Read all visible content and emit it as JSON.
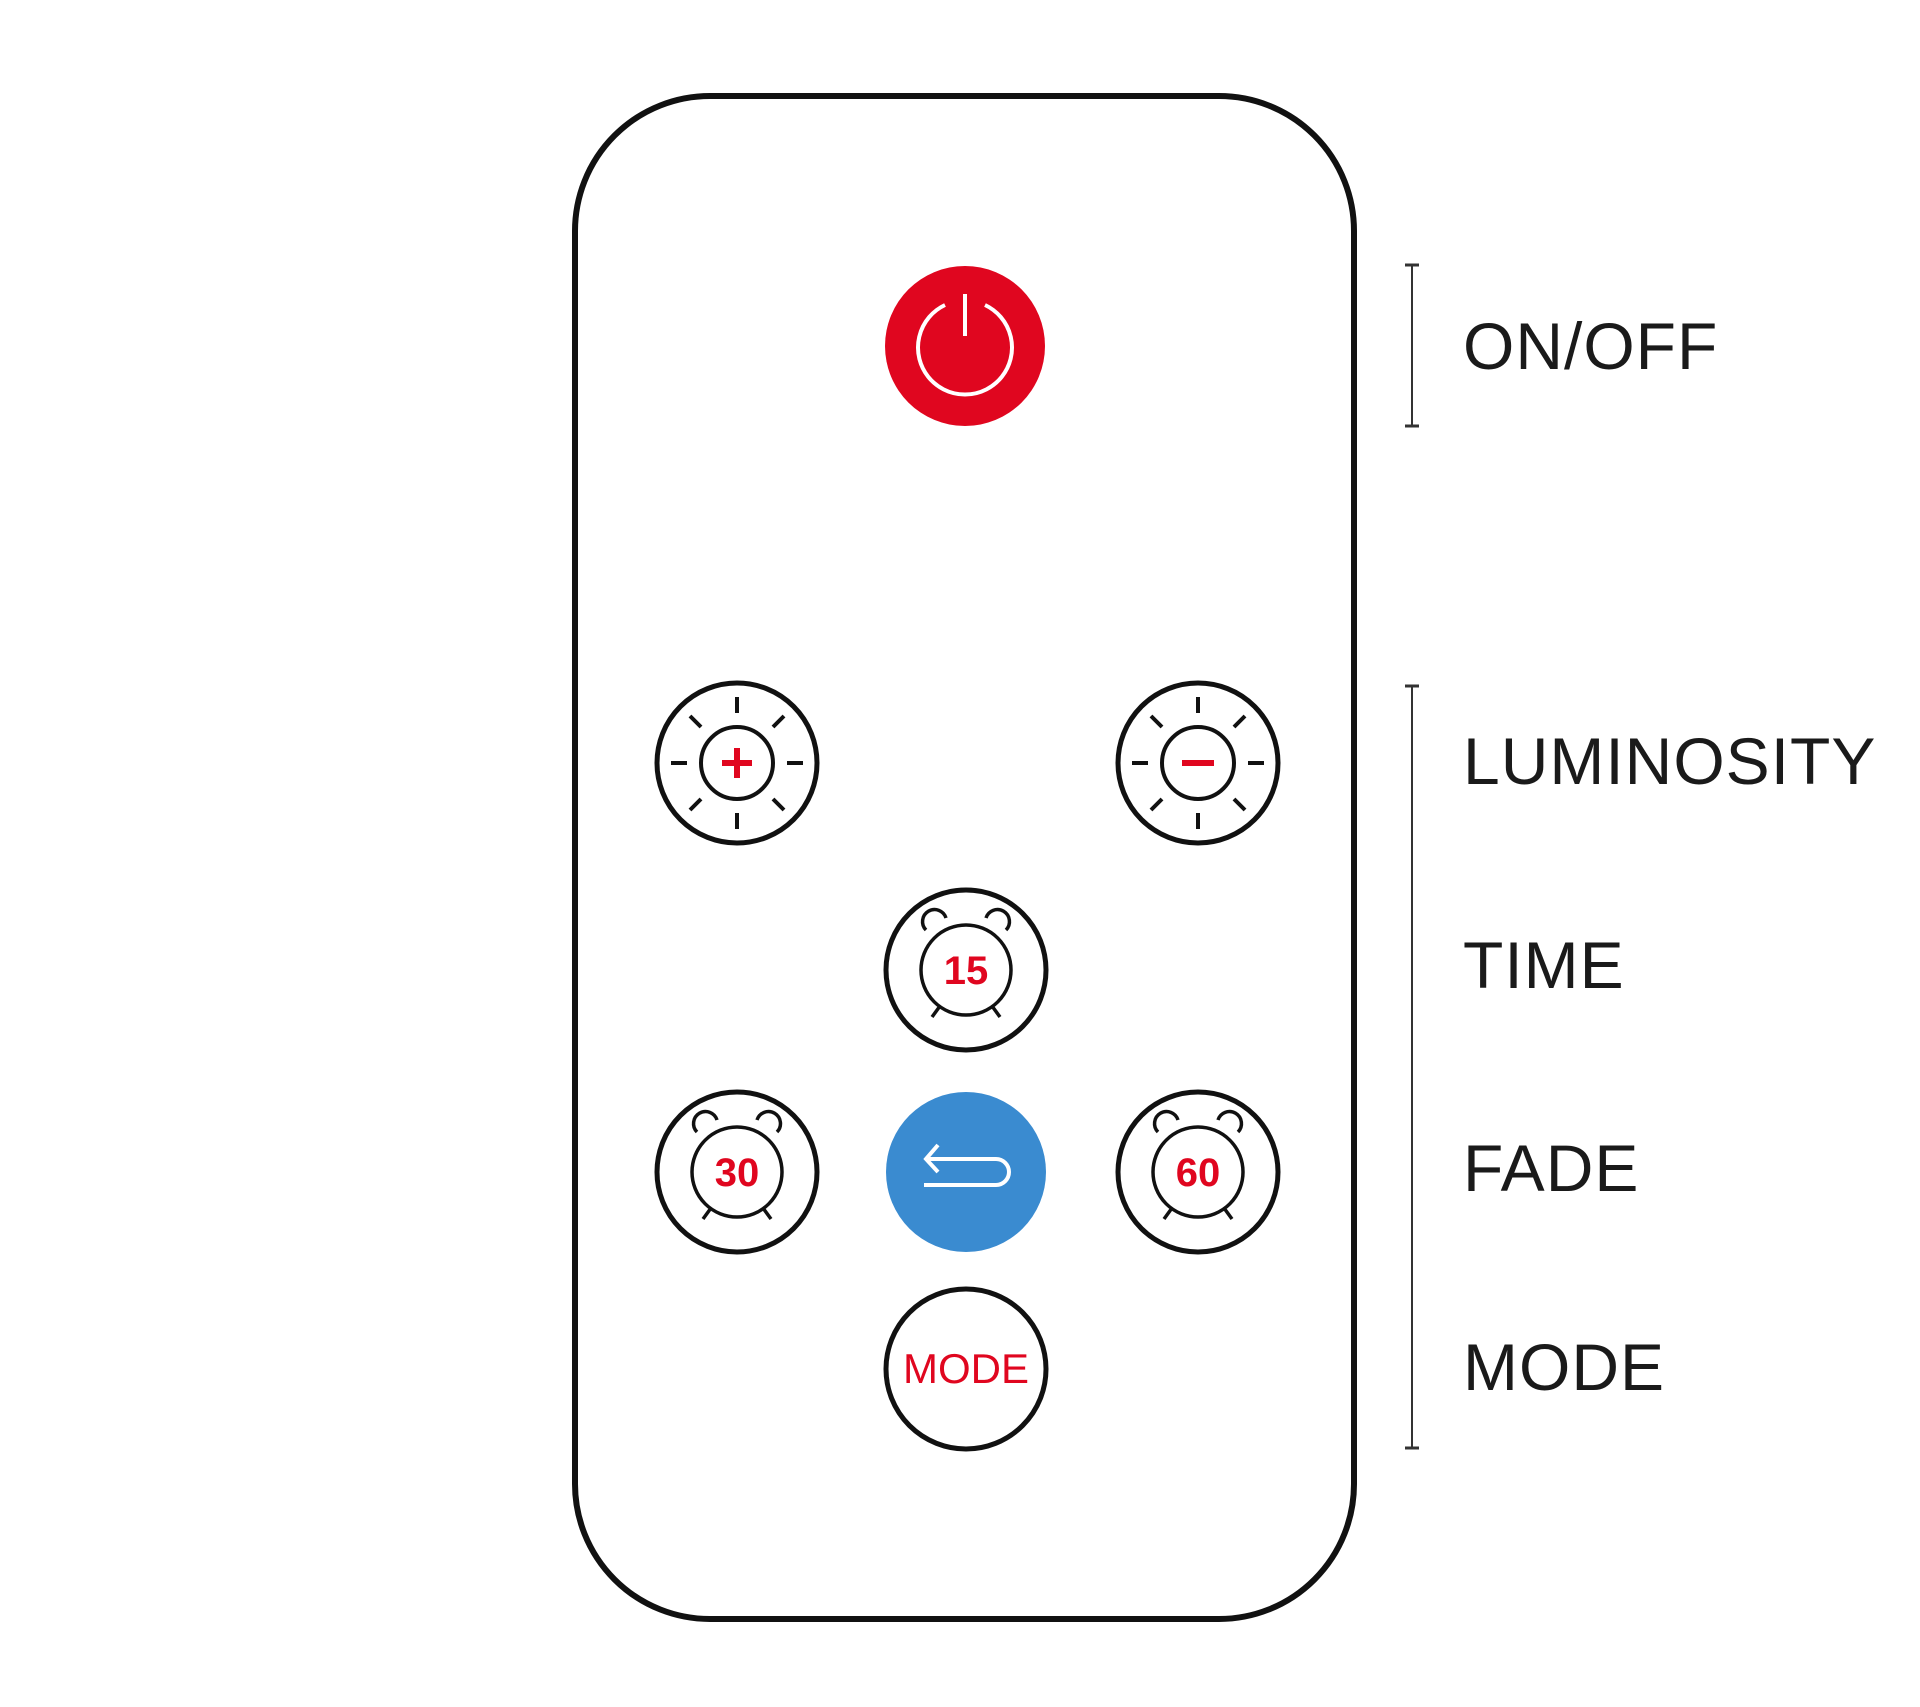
{
  "colors": {
    "red": "#e0061f",
    "blue": "#3a8bd0",
    "outline": "#111111"
  },
  "buttons": {
    "power": {
      "icon": "power-icon"
    },
    "brightness_up": {
      "icon": "sun-plus-icon"
    },
    "brightness_down": {
      "icon": "sun-minus-icon"
    },
    "timer_15": {
      "icon": "alarm-clock-icon",
      "label": "15"
    },
    "timer_30": {
      "icon": "alarm-clock-icon",
      "label": "30"
    },
    "timer_60": {
      "icon": "alarm-clock-icon",
      "label": "60"
    },
    "fade": {
      "icon": "return-arrow-icon"
    },
    "mode": {
      "label": "MODE"
    }
  },
  "legend": {
    "on_off": "ON/OFF",
    "luminosity": "LUMINOSITY",
    "time": "TIME",
    "fade": "FADE",
    "mode": "MODE"
  }
}
